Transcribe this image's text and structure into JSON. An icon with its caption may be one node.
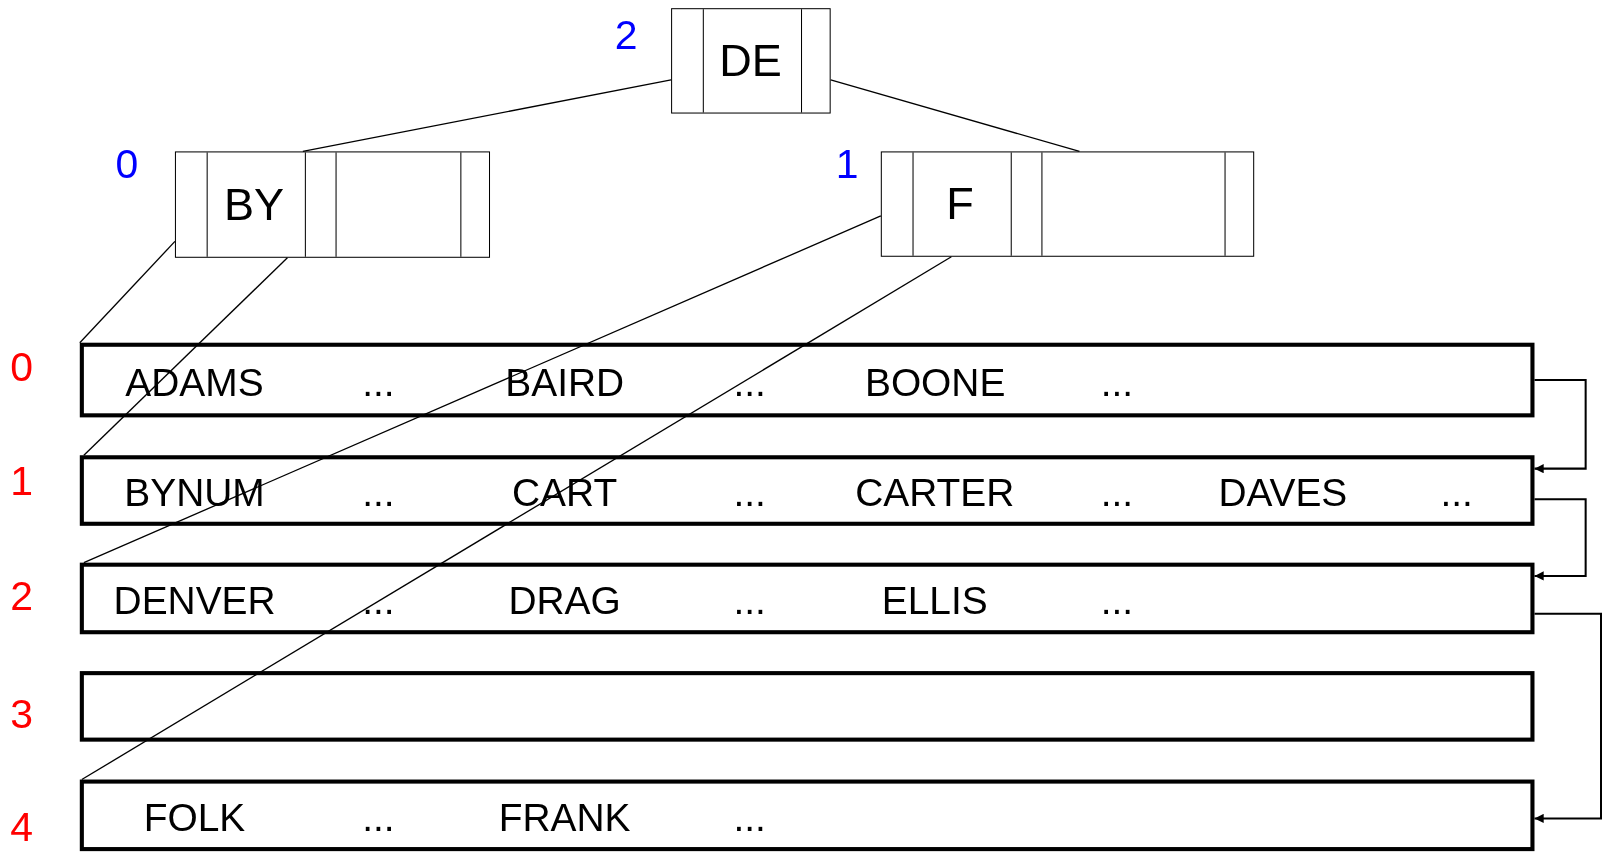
{
  "diagram": {
    "nodes": [
      {
        "text": [
          "DE"
        ],
        "beside": [
          "2"
        ]
      },
      {
        "text": [
          "BY"
        ],
        "beside": [
          "0"
        ]
      },
      {
        "text": [
          "F"
        ],
        "beside": [
          "1"
        ]
      },
      {
        "text": [
          "ADAMS",
          "...",
          "BAIRD",
          "...",
          "BOONE",
          "..."
        ],
        "beside": [
          "0"
        ]
      },
      {
        "text": [
          "BYNUM",
          "...",
          "CART",
          "...",
          "CARTER",
          "...",
          "DAVES",
          "..."
        ],
        "beside": [
          "1"
        ]
      },
      {
        "text": [
          "DENVER",
          "...",
          "DRAG",
          "...",
          "ELLIS",
          "..."
        ],
        "beside": [
          "2"
        ]
      },
      {
        "text": [],
        "shape": "box",
        "beside": [
          "3"
        ]
      },
      {
        "text": [
          "FOLK",
          "...",
          "FRANK",
          "..."
        ],
        "beside": [
          "4"
        ]
      }
    ],
    "edges": [
      {
        "from": 0,
        "to": 1,
        "arrow": "none"
      },
      {
        "from": 0,
        "to": 2,
        "arrow": "none"
      },
      {
        "from": 1,
        "to": 3,
        "arrow": "none"
      },
      {
        "from": 1,
        "to": 4,
        "arrow": "none"
      },
      {
        "from": 2,
        "to": 5,
        "arrow": "none"
      },
      {
        "from": 2,
        "to": 7,
        "arrow": "none"
      },
      {
        "from": 3,
        "to": 4,
        "arrow": "to"
      },
      {
        "from": 4,
        "to": 5,
        "arrow": "to"
      },
      {
        "from": 5,
        "to": 7,
        "arrow": "to"
      }
    ]
  }
}
